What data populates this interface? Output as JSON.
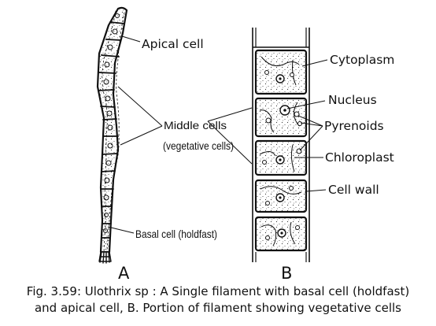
{
  "figure_a": {
    "labels": {
      "apical_cell": "Apical cell",
      "middle_cells_line1": "Middle cells",
      "middle_cells_line2": "(vegetative cells)",
      "basal_cell": "Basal cell (holdfast)"
    },
    "panel_letter": "A"
  },
  "figure_b": {
    "labels": {
      "cytoplasm": "Cytoplasm",
      "nucleus": "Nucleus",
      "pyrenoids": "Pyrenoids",
      "chloroplast": "Chloroplast",
      "cell_wall": "Cell wall"
    },
    "panel_letter": "B"
  },
  "caption": {
    "line1": "Fig. 3.59: Ulothrix sp : A Single filament with basal cell (holdfast)",
    "line2": "and apical cell, B. Portion of filament showing vegetative cells"
  },
  "colors": {
    "ink": "#111111",
    "background": "#ffffff"
  }
}
